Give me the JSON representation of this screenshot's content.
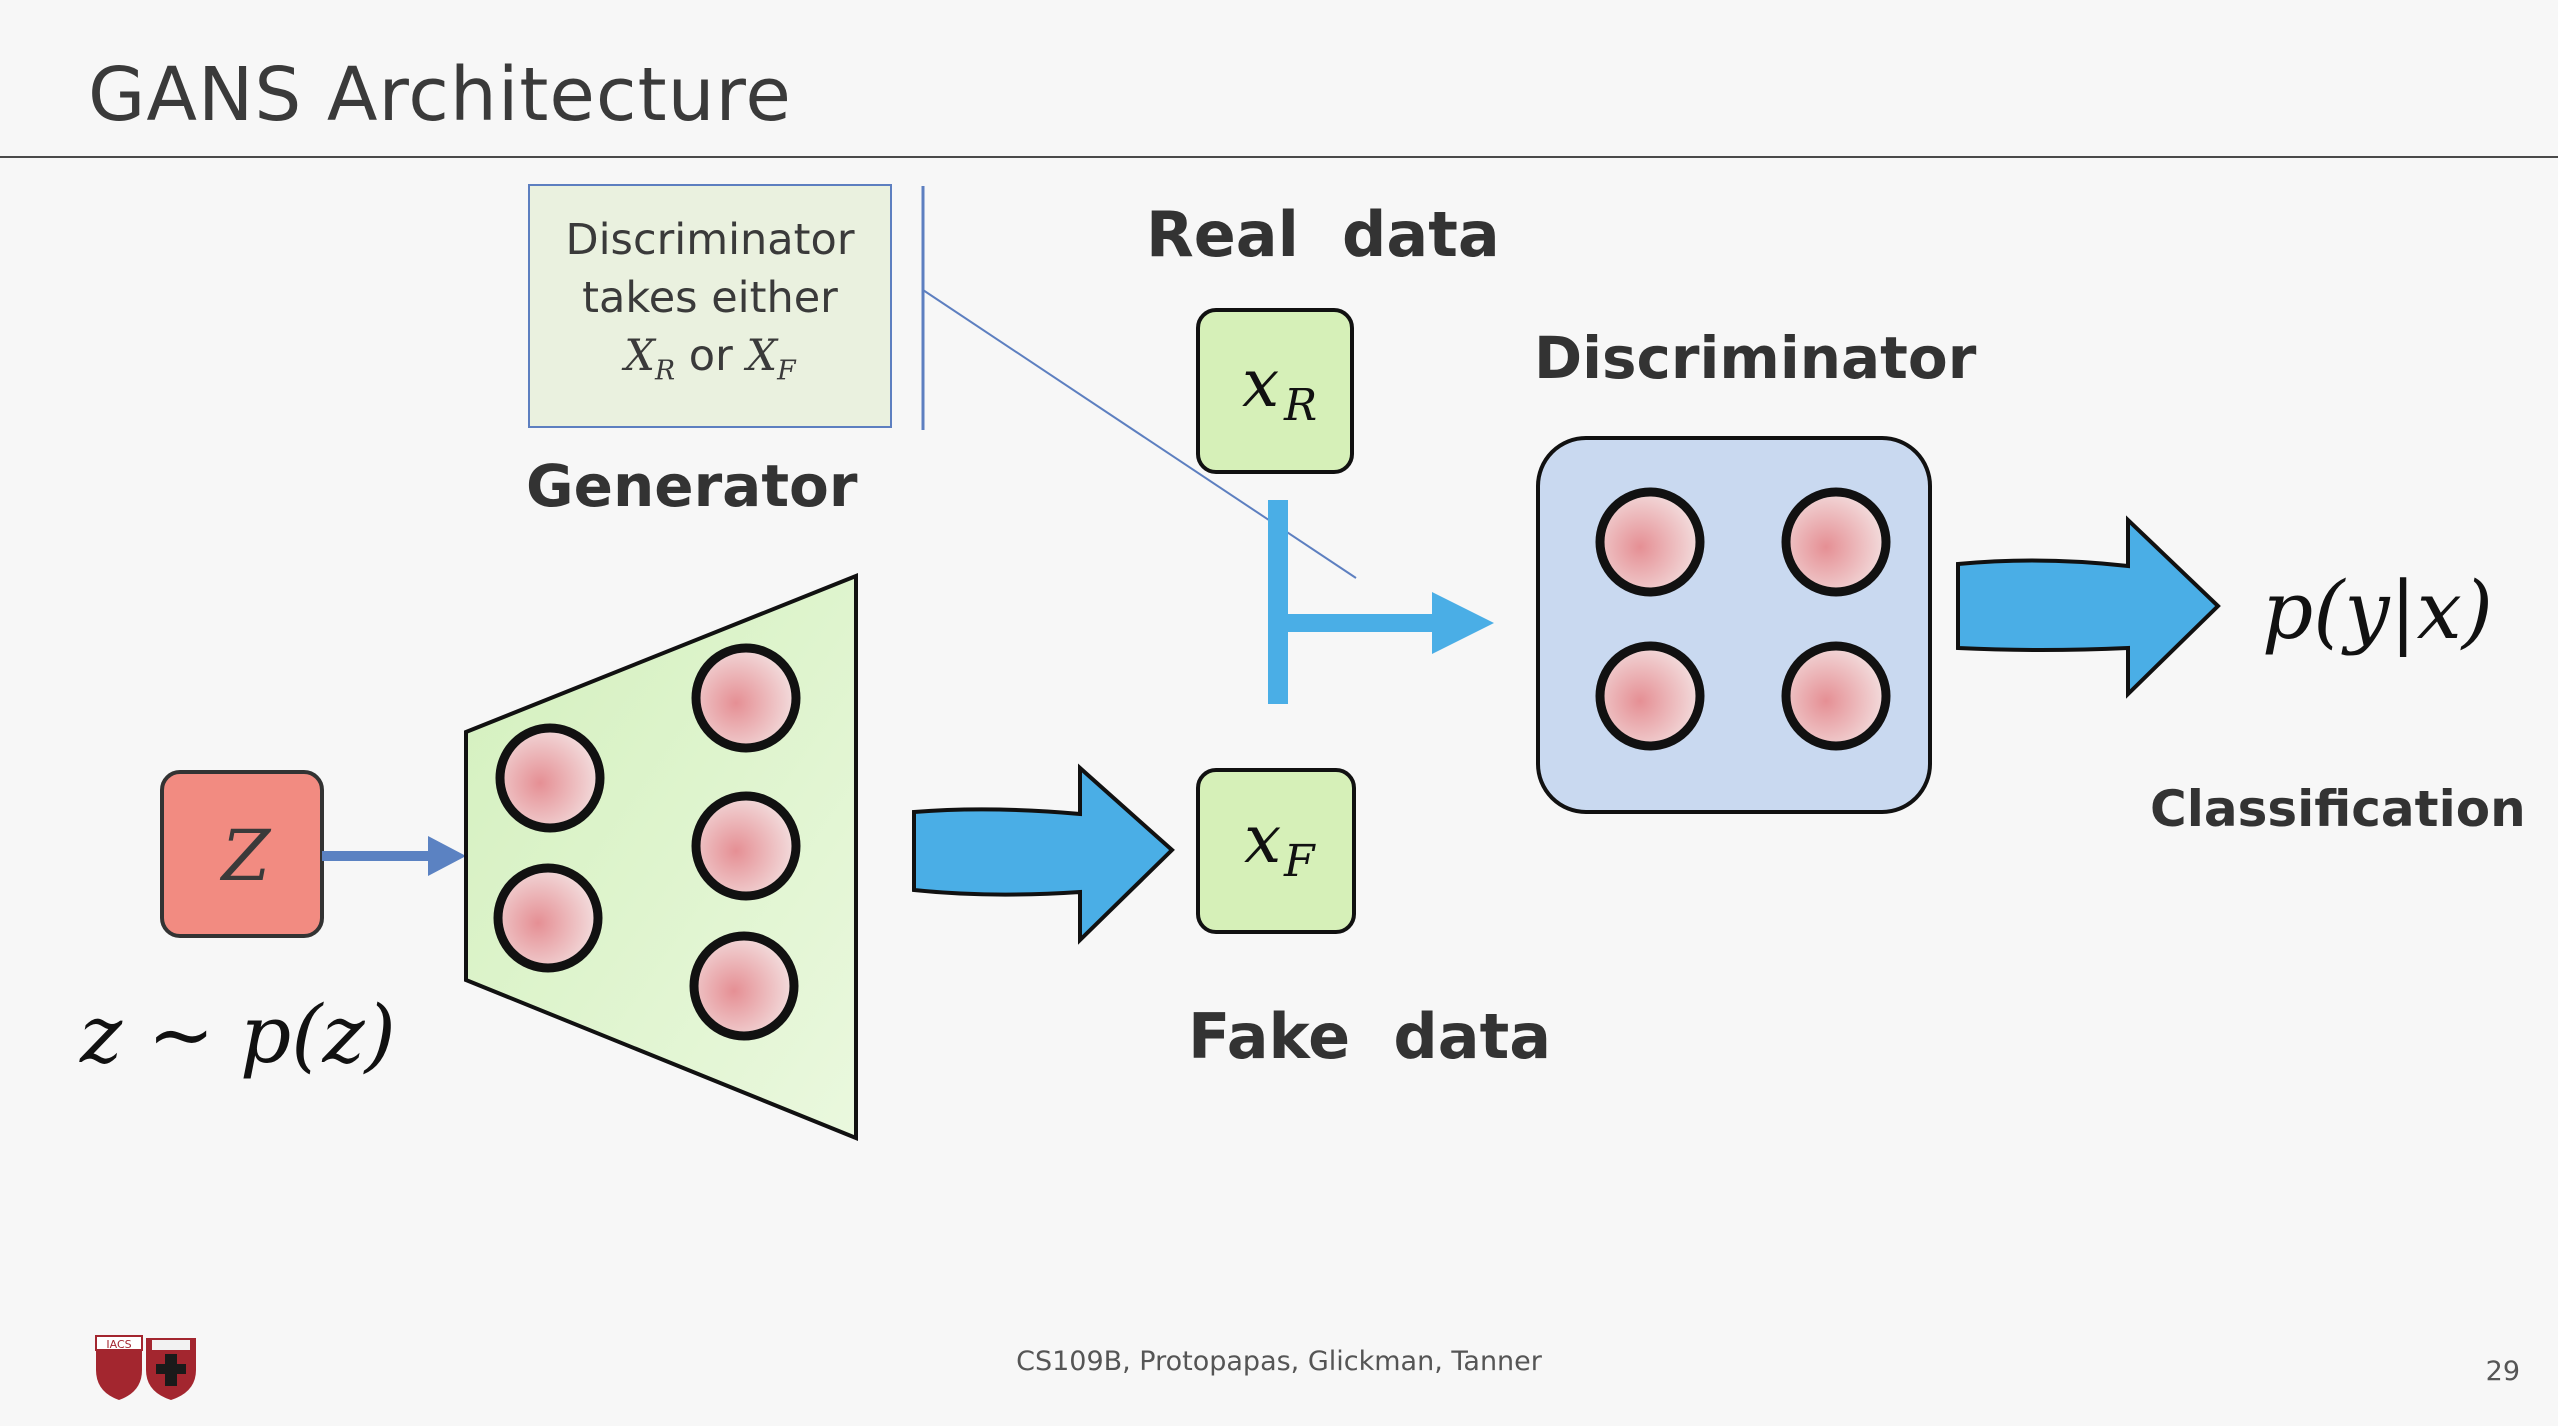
{
  "slide": {
    "title": "GANS Architecture",
    "footer": "CS109B, Protopapas, Glickman, Tanner",
    "page_number": "29"
  },
  "callout": {
    "line1": "Discriminator",
    "line2": "takes either",
    "x_real": "X",
    "x_real_sub": "R",
    "or": "or",
    "x_fake": "X",
    "x_fake_sub": "F"
  },
  "labels": {
    "generator": "Generator",
    "discriminator": "Discriminator",
    "real_data": "Real  data",
    "fake_data": "Fake  data",
    "classification": "Classification"
  },
  "math": {
    "z_box": "Z",
    "z_dist": "z ~ p(z)",
    "x_r": "x",
    "x_r_sub": "R",
    "x_f": "x",
    "x_f_sub": "F",
    "output": "p(y|x)"
  },
  "logo": {
    "text": "IACS"
  },
  "colors": {
    "z_box": "#f28b81",
    "generator_fill": "#d8f2c6",
    "data_box": "#d6f0b8",
    "discriminator_fill": "#c9d9f0",
    "neuron": "#e9a9ab",
    "arrow_blue": "#4aaee6",
    "arrow_small": "#5b82c2",
    "callout_border": "#5d7fc0",
    "callout_fill": "#eaf1df"
  }
}
